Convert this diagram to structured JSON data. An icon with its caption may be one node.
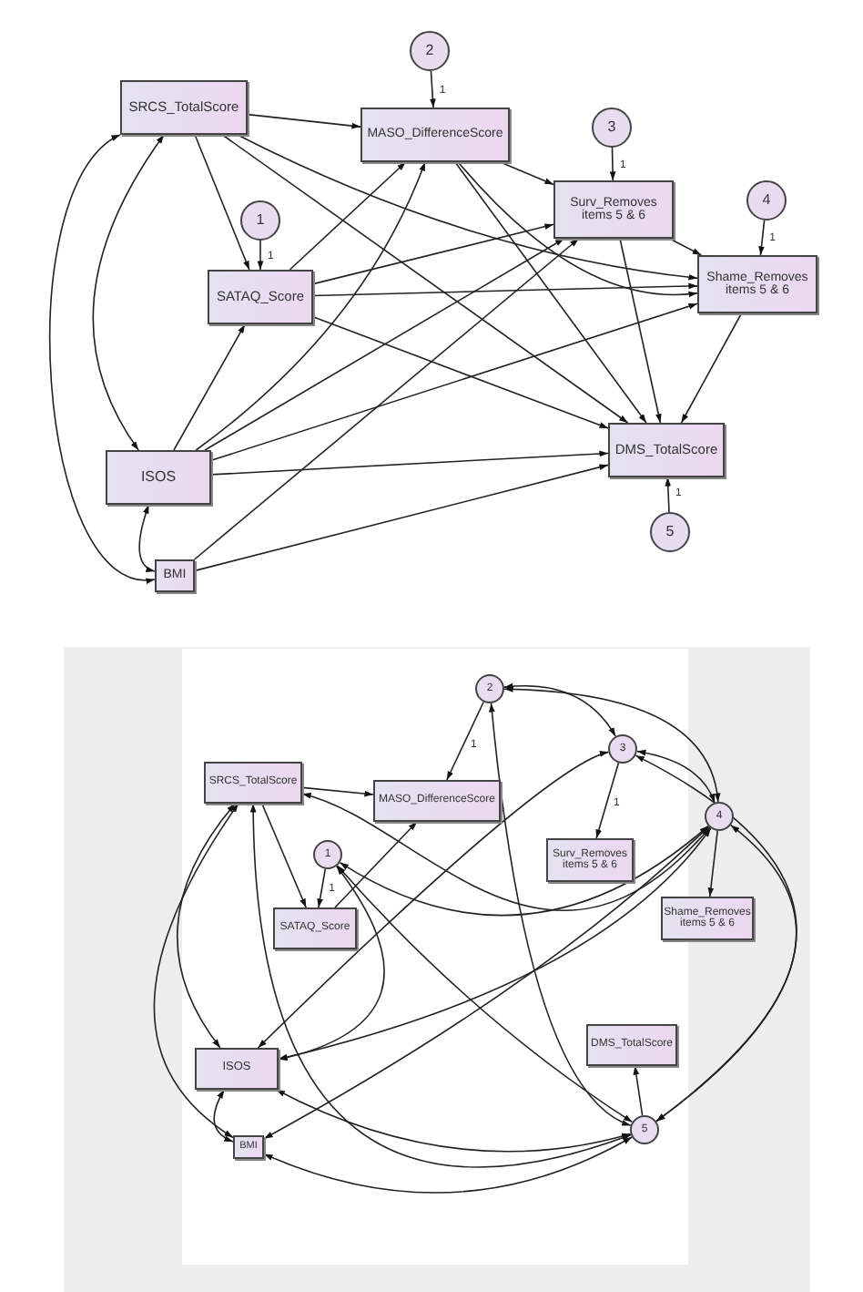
{
  "diagram": {
    "nodes": [
      {
        "text": [
          "2"
        ]
      },
      {
        "text": [
          "SRCS_TotalScore"
        ]
      },
      {
        "text": [
          "MASO_DifferenceScore"
        ]
      },
      {
        "text": [
          "3"
        ]
      },
      {
        "text": [
          "Surv_Removes items 5 & 6"
        ]
      },
      {
        "text": [
          "4"
        ]
      },
      {
        "text": [
          "1"
        ]
      },
      {
        "text": [
          "Shame_Removes items 5 & 6"
        ]
      },
      {
        "text": [
          "SATAQ_Score"
        ]
      },
      {
        "text": [
          "ISOS"
        ]
      },
      {
        "text": [
          "DMS_TotalScore"
        ]
      },
      {
        "text": [
          "5"
        ]
      },
      {
        "text": [
          "BMI"
        ]
      },
      {
        "text": [
          "2"
        ]
      },
      {
        "text": [
          "3"
        ]
      },
      {
        "text": [
          "SRCS_TotalScore"
        ]
      },
      {
        "text": [
          "MASO_DifferenceScore"
        ]
      },
      {
        "text": [
          "4"
        ]
      },
      {
        "text": [
          "1"
        ]
      },
      {
        "text": [
          "Surv_Removes items 5 & 6"
        ]
      },
      {
        "text": [
          "Shame_Removes items 5 & 6"
        ]
      },
      {
        "text": [
          "SATAQ_Score"
        ]
      },
      {
        "text": [
          "DMS_TotalScore"
        ]
      },
      {
        "text": [
          "ISOS"
        ]
      },
      {
        "text": [
          "5"
        ]
      },
      {
        "text": [
          "BMI"
        ]
      }
    ],
    "edges": [
      {
        "from": 1,
        "to": 2,
        "arrow": "to"
      },
      {
        "from": 1,
        "to": 8,
        "arrow": "to"
      },
      {
        "from": 1,
        "to": 7,
        "arrow": "to"
      },
      {
        "from": 1,
        "to": 10,
        "arrow": "to"
      },
      {
        "from": 8,
        "to": 2,
        "arrow": "to"
      },
      {
        "from": 8,
        "to": 4,
        "arrow": "to"
      },
      {
        "from": 8,
        "to": 7,
        "arrow": "to"
      },
      {
        "from": 8,
        "to": 10,
        "arrow": "to"
      },
      {
        "from": 2,
        "to": 4,
        "arrow": "to"
      },
      {
        "from": 2,
        "to": 7,
        "arrow": "to"
      },
      {
        "from": 2,
        "to": 10,
        "arrow": "to"
      },
      {
        "from": 4,
        "to": 7,
        "arrow": "to"
      },
      {
        "from": 4,
        "to": 10,
        "arrow": "to"
      },
      {
        "from": 7,
        "to": 10,
        "arrow": "to"
      },
      {
        "from": 9,
        "to": 8,
        "arrow": "to"
      },
      {
        "from": 9,
        "to": 2,
        "arrow": "to"
      },
      {
        "from": 9,
        "to": 4,
        "arrow": "to"
      },
      {
        "from": 9,
        "to": 7,
        "arrow": "to"
      },
      {
        "from": 9,
        "to": 10,
        "arrow": "to"
      },
      {
        "from": 12,
        "to": 4,
        "arrow": "to"
      },
      {
        "from": 12,
        "to": 10,
        "arrow": "to"
      },
      {
        "from": 0,
        "to": 2,
        "arrow": "to",
        "label": "1"
      },
      {
        "from": 3,
        "to": 4,
        "arrow": "to",
        "label": "1"
      },
      {
        "from": 6,
        "to": 8,
        "arrow": "to",
        "label": "1"
      },
      {
        "from": 5,
        "to": 7,
        "arrow": "to",
        "label": "1"
      },
      {
        "from": 11,
        "to": 10,
        "arrow": "to",
        "label": "1"
      },
      {
        "from": 1,
        "to": 9,
        "arrow": "both"
      },
      {
        "from": 1,
        "to": 12,
        "arrow": "both"
      },
      {
        "from": 9,
        "to": 12,
        "arrow": "both"
      },
      {
        "from": 15,
        "to": 16,
        "arrow": "to"
      },
      {
        "from": 15,
        "to": 21,
        "arrow": "to"
      },
      {
        "from": 21,
        "to": 16,
        "arrow": "to"
      },
      {
        "from": 13,
        "to": 16,
        "arrow": "to",
        "label": "1"
      },
      {
        "from": 14,
        "to": 19,
        "arrow": "to",
        "label": "1"
      },
      {
        "from": 18,
        "to": 21,
        "arrow": "to",
        "label": "1"
      },
      {
        "from": 17,
        "to": 20,
        "arrow": "to"
      },
      {
        "from": 24,
        "to": 22,
        "arrow": "to"
      },
      {
        "from": 15,
        "to": 23,
        "arrow": "both"
      },
      {
        "from": 15,
        "to": 25,
        "arrow": "both"
      },
      {
        "from": 23,
        "to": 25,
        "arrow": "both"
      },
      {
        "from": 18,
        "to": 17,
        "arrow": "both"
      },
      {
        "from": 13,
        "to": 14,
        "arrow": "both"
      },
      {
        "from": 13,
        "to": 17,
        "arrow": "both"
      },
      {
        "from": 13,
        "to": 24,
        "arrow": "both"
      },
      {
        "from": 14,
        "to": 17,
        "arrow": "both"
      },
      {
        "from": 14,
        "to": 24,
        "arrow": "both"
      },
      {
        "from": 17,
        "to": 24,
        "arrow": "both"
      },
      {
        "from": 23,
        "to": 14,
        "arrow": "both"
      },
      {
        "from": 23,
        "to": 18,
        "arrow": "both"
      },
      {
        "from": 23,
        "to": 17,
        "arrow": "both"
      },
      {
        "from": 23,
        "to": 24,
        "arrow": "both"
      },
      {
        "from": 25,
        "to": 24,
        "arrow": "both"
      },
      {
        "from": 25,
        "to": 17,
        "arrow": "both"
      },
      {
        "from": 15,
        "to": 24,
        "arrow": "both"
      },
      {
        "from": 15,
        "to": 17,
        "arrow": "both"
      },
      {
        "from": 18,
        "to": 24,
        "arrow": "both"
      }
    ]
  }
}
